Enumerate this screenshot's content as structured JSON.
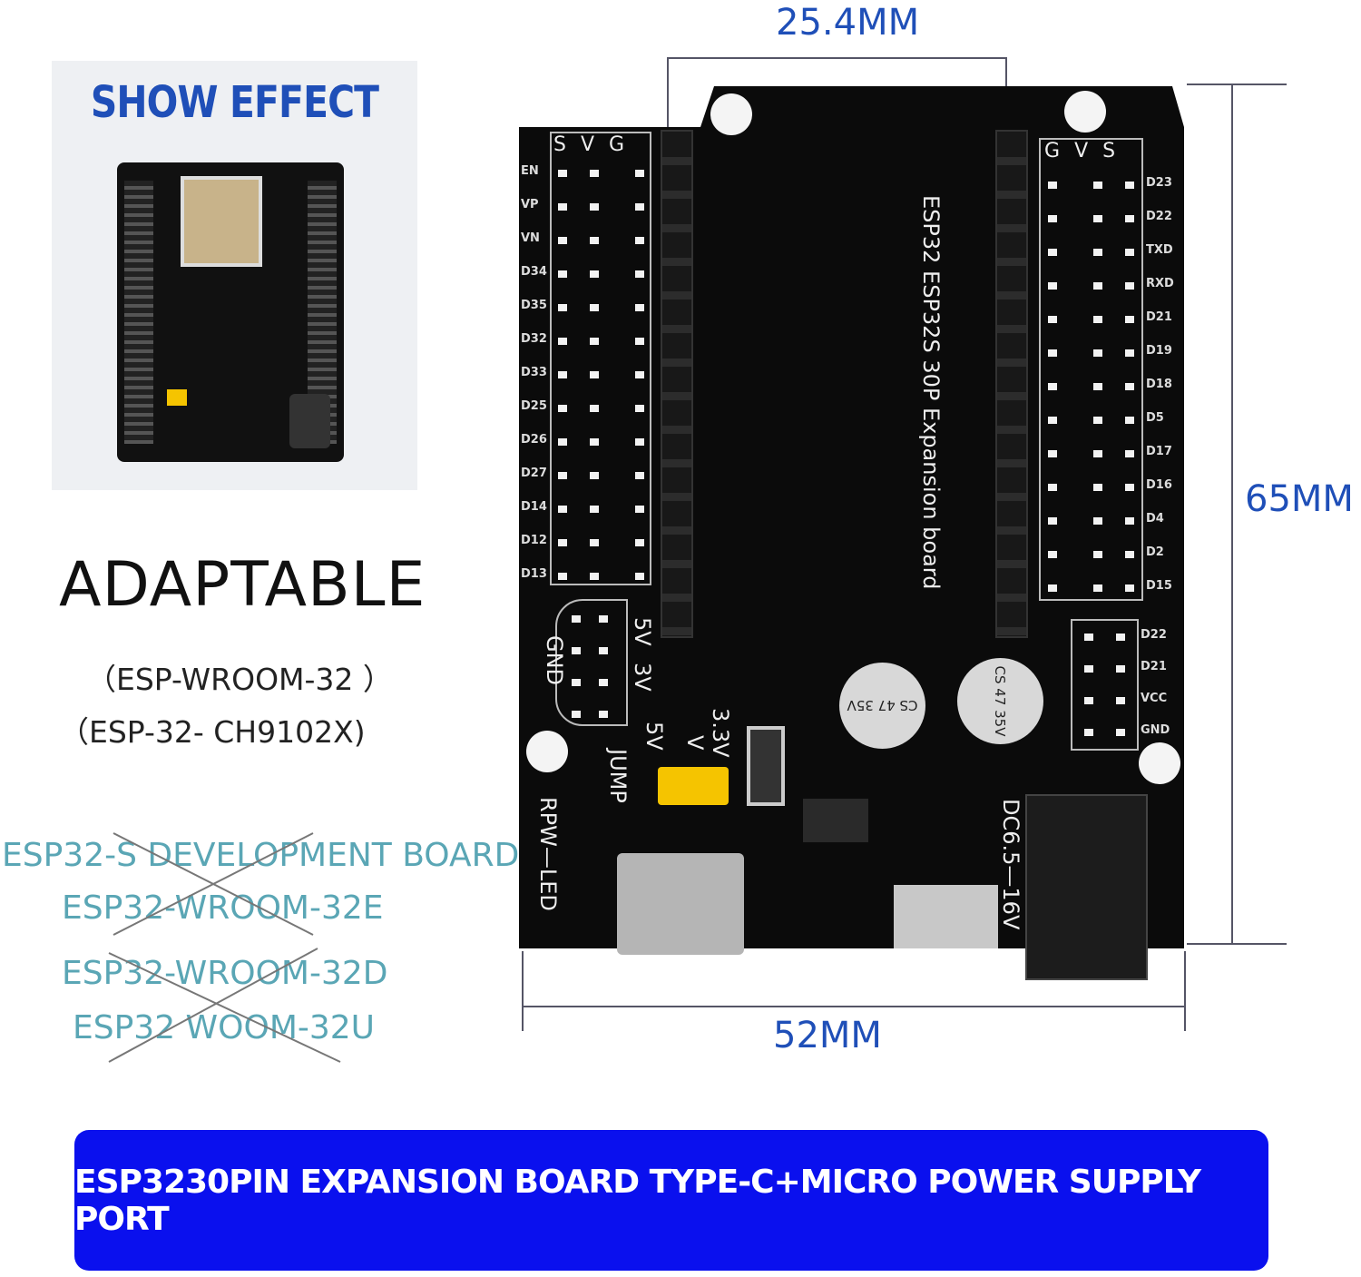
{
  "show_effect": {
    "title": "SHOW EFFECT"
  },
  "adaptable": {
    "title": "ADAPTABLE",
    "models": [
      "（ESP-WROOM-32 ）",
      "（ESP-32- CH9102X)"
    ]
  },
  "not_compatible": [
    "ESP32-S DEVELOPMENT BOARD",
    "ESP32-WROOM-32E",
    "ESP32-WROOM-32D",
    "ESP32 WOOM-32U"
  ],
  "dimensions": {
    "top": "25.4MM",
    "right": "65MM",
    "bottom": "52MM"
  },
  "board": {
    "title": "ESP32 ESP32S 30P Expansion board",
    "left_header": [
      "S",
      "V",
      "G"
    ],
    "right_header": [
      "G",
      "V",
      "S"
    ],
    "left_pins": [
      "EN",
      "VP",
      "VN",
      "D34",
      "D35",
      "D32",
      "D33",
      "D25",
      "D26",
      "D27",
      "D14",
      "D12",
      "D13"
    ],
    "right_pins": [
      "D23",
      "D22",
      "TXD",
      "RXD",
      "D21",
      "D19",
      "D18",
      "D5",
      "D17",
      "D16",
      "D4",
      "D2",
      "D15"
    ],
    "i2c_pins": [
      "D22",
      "D21",
      "VCC",
      "GND"
    ],
    "power_labels": {
      "gnd": "GND",
      "v5": "5V",
      "v3": "3V"
    },
    "jumper_labels": {
      "v33": "3.3V",
      "v": "V",
      "v5": "5V",
      "jump": "JUMP"
    },
    "led_label": "RPW—LED",
    "dc_label": "DC6.5—16V",
    "caps": [
      "CS 47 35V",
      "CS 47 35V"
    ]
  },
  "colors": {
    "accent": "#1f4fb8",
    "banner": "#0a10ee",
    "strike": "#5aa6b5"
  },
  "banner": "ESP3230PIN EXPANSION BOARD TYPE-C+MICRO POWER SUPPLY PORT"
}
